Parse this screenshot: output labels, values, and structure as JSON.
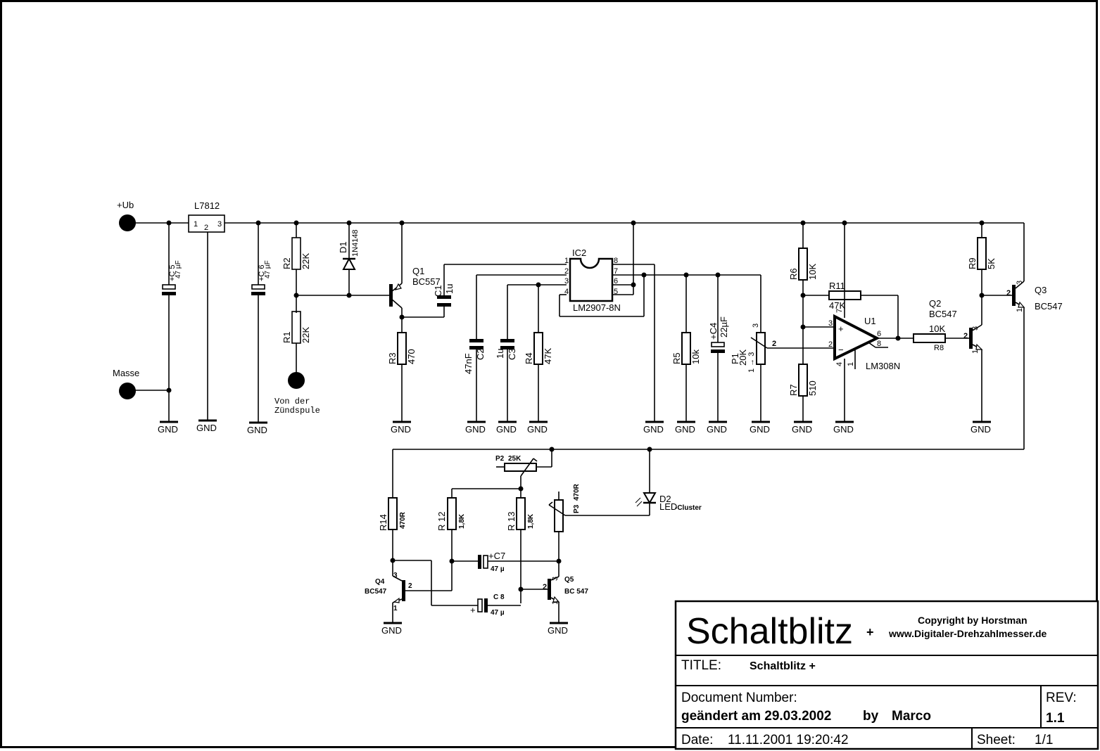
{
  "document": {
    "type": "electronic-schematic",
    "title": "Schaltblitz +"
  },
  "terminals": {
    "ub": "+Ub",
    "masse": "Masse",
    "zuend_line1": "Von der",
    "zuend_line2": "Zündspule"
  },
  "components": {
    "regulator": {
      "ref": "L7812",
      "pin1": "1",
      "pin2": "2",
      "pin3": "3"
    },
    "c5": {
      "ref": "+C 5",
      "value": "47 µF"
    },
    "c6": {
      "ref": "+C 6",
      "value": "47 µF"
    },
    "r2": {
      "ref": "R2",
      "value": "22K"
    },
    "r1": {
      "ref": "R1",
      "value": "22K"
    },
    "d1": {
      "ref": "D1",
      "value": "1N4148"
    },
    "q1": {
      "ref": "Q1",
      "value": "BC557"
    },
    "c1": {
      "ref": "C1",
      "value": "1u"
    },
    "r3": {
      "ref": "R3",
      "value": "470"
    },
    "c2": {
      "ref": "C2",
      "value": "47nF"
    },
    "c3": {
      "ref": "C3",
      "value": "1u"
    },
    "r4": {
      "ref": "R4",
      "value": "47K"
    },
    "ic2": {
      "ref": "IC2",
      "value": "LM2907-8N",
      "pins": [
        "1",
        "2",
        "3",
        "4",
        "5",
        "6",
        "7",
        "8"
      ]
    },
    "r5": {
      "ref": "R5",
      "value": "10k"
    },
    "c4": {
      "ref": "+C4",
      "value": "22µF"
    },
    "p1": {
      "ref": "P1",
      "value": "20K",
      "pin_note": "1 → 3",
      "pin1": "1",
      "pin2": "2",
      "pin3": "3"
    },
    "r6": {
      "ref": "R6",
      "value": "10K"
    },
    "r7": {
      "ref": "R7",
      "value": "510"
    },
    "r11": {
      "ref": "R11",
      "value": "47K"
    },
    "u1": {
      "ref": "U1",
      "value": "LM308N",
      "pin_plus": "3",
      "pin_minus": "2",
      "pin_out": "6",
      "pin7": "7",
      "pin4": "4",
      "pin8": "8",
      "pin1": "1",
      "plus": "+",
      "minus": "−"
    },
    "r8": {
      "ref": "R8",
      "value": "10K"
    },
    "q2": {
      "ref": "Q2",
      "value": "BC547",
      "b": "2",
      "c": "3",
      "e": "1"
    },
    "r9": {
      "ref": "R9",
      "value": "5K"
    },
    "q3": {
      "ref": "Q3",
      "value": "BC547",
      "b": "2",
      "c": "3",
      "e": "1"
    },
    "p2": {
      "ref": "P2",
      "value": "25K"
    },
    "d2": {
      "ref": "D2",
      "value": "LED",
      "suffix": "-Cluster"
    },
    "r14": {
      "ref": "R14",
      "value": "470R"
    },
    "r12": {
      "ref": "R 12",
      "value": "1,8K"
    },
    "r13": {
      "ref": "R 13",
      "value": "1,8K"
    },
    "p3": {
      "ref": "P3",
      "value": "470R"
    },
    "c7": {
      "ref": "+C7",
      "value": "47  µ"
    },
    "c8": {
      "ref": "C 8",
      "value": "47  µ",
      "plus": "+"
    },
    "q4": {
      "ref": "Q4",
      "value": "BC547",
      "b": "2",
      "c": "3",
      "e": "1"
    },
    "q5": {
      "ref": "Q5",
      "value": "BC 547",
      "b": "2",
      "c": "3",
      "e": "1"
    }
  },
  "gnd_label": "GND",
  "title_block": {
    "big_title": "Schaltblitz",
    "big_title_plus": "+",
    "copyright": "Copyright by Horstman",
    "website": "www.Digitaler-Drehzahlmesser.de",
    "title_label": "TITLE:",
    "title_value": "Schaltblitz  +",
    "docnum_label": "Document Number:",
    "docnum_value": "geändert am 29.03.2002",
    "by_label": "by",
    "author": "Marco",
    "rev_label": "REV:",
    "rev_value": "1.1",
    "date_label": "Date:",
    "date_value": "11.11.2001 19:20:42",
    "sheet_label": "Sheet:",
    "sheet_value": "1/1"
  }
}
